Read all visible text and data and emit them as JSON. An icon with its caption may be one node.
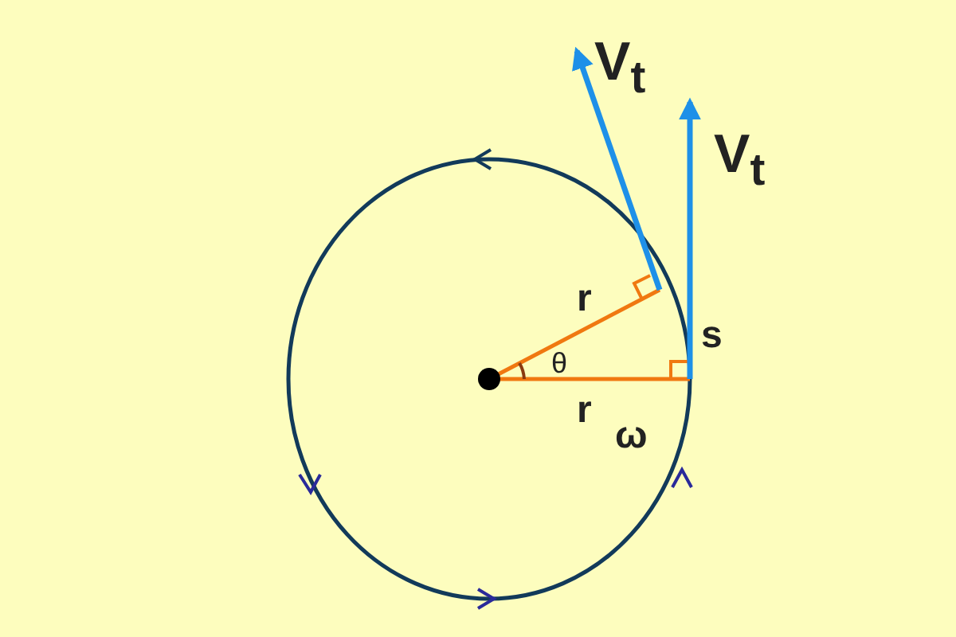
{
  "diagram": {
    "labels": [
      "V$_{t}$",
      "V$_{t}$",
      "r",
      "s",
      "θ",
      "r",
      "ω"
    ]
  }
}
